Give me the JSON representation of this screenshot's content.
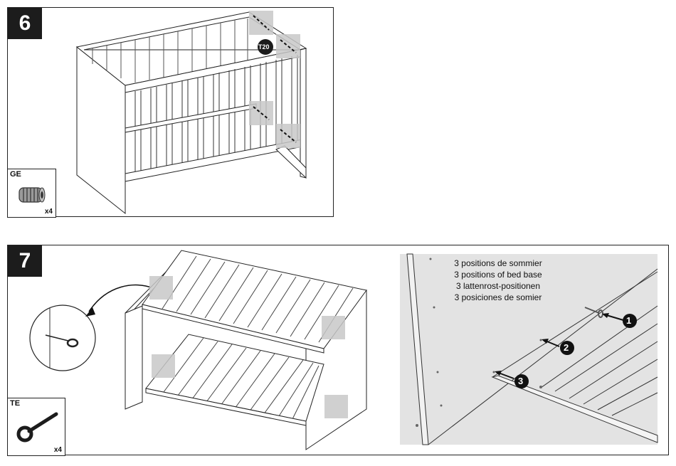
{
  "step6": {
    "number": "6",
    "tool_label": "T20",
    "part": {
      "code": "GE",
      "quantity": "x4",
      "icon": "threaded-insert-icon"
    }
  },
  "step7": {
    "number": "7",
    "part": {
      "code": "TE",
      "quantity": "x4",
      "icon": "eye-bolt-icon"
    },
    "detail_caption": [
      "3 positions de sommier",
      "3 positions of bed base",
      "3 lattenrost-positionen",
      "3 posiciones de somier"
    ],
    "position_markers": [
      "1",
      "2",
      "3"
    ]
  },
  "colors": {
    "highlight": "#c8c8c8",
    "ink": "#1c1c1c",
    "detail_bg": "#e3e3e3"
  }
}
